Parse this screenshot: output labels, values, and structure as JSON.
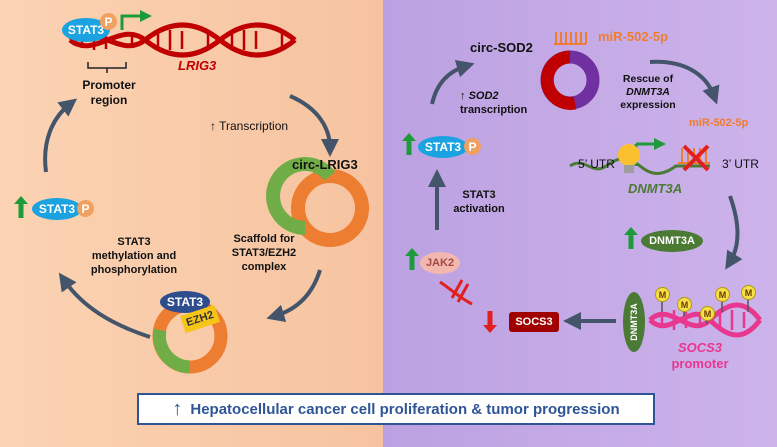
{
  "left_panel": {
    "gene_label": "LRIG3",
    "promoter_label": "Promoter\nregion",
    "transcription_label": "Transcription",
    "circ_label": "circ-LRIG3",
    "scaffold_label": "Scaffold for\nSTAT3/EZH2\ncomplex",
    "methylation_label": "STAT3\nmethylation and\nphosphorylation",
    "stat3_label": "STAT3",
    "p_label": "P",
    "ezh2_label": "EZH2"
  },
  "right_panel": {
    "circ_sod2_label": "circ-SOD2",
    "mirna_label": "miR-502-5p",
    "mirna_label_2": "miR-502-5p",
    "rescue_label_1": "Rescue of",
    "rescue_gene": "DNMT3A",
    "rescue_label_2": "expression",
    "sod2_gene": "SOD2",
    "sod2_label": "transcription",
    "utr5_label": "5’ UTR",
    "utr3_label": "3’ UTR",
    "dnmt3a_gene": "DNMT3A",
    "dnmt3a_protein": "DNMT3A",
    "stat3_activation_label": "STAT3\nactivation",
    "jak2_label": "JAK2",
    "socs3_protein": "SOCS3",
    "socs3_gene": "SOCS3",
    "promoter_label": "promoter",
    "m_label": "M"
  },
  "banner": {
    "text": "Hepatocellular cancer cell proliferation & tumor progression"
  },
  "colors": {
    "left_bg": "#f9ccaa",
    "right_bg": "#c7ace6",
    "arrow": "#44546a",
    "stat3_blue": "#1aa3e0",
    "p_orange": "#f0a060",
    "up_green": "#1d9b3a",
    "down_red": "#e02020",
    "dna_red": "#c00000",
    "dna_pink": "#e8378f",
    "circ_green": "#70ad47",
    "circ_orange": "#ed7d31",
    "circ_purple": "#7030a0",
    "mirna_orange": "#ed7d31",
    "dnmt3a_green": "#4a7a34",
    "jak2_pink": "#f2b8b0",
    "socs3_red": "#a00000",
    "ezh2_yellow": "#f5c518",
    "stat3_navy": "#2e4d8f",
    "banner_text": "#2f5597"
  }
}
